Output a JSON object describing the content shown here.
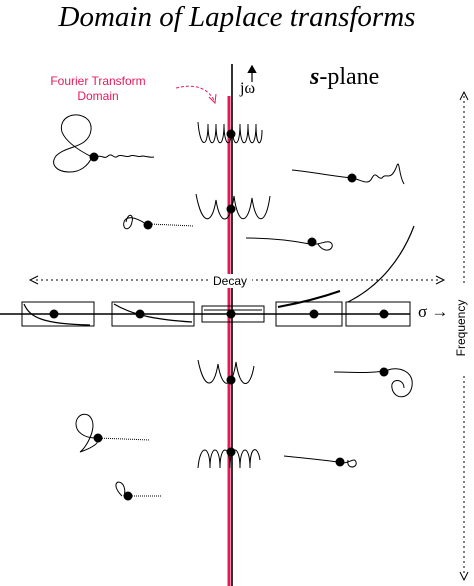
{
  "title": "Domain of Laplace transforms",
  "fourier_label": {
    "line1": "Fourier Transform",
    "line2": "Domain"
  },
  "plane_label": {
    "bold": "s",
    "rest": "-plane"
  },
  "imag_axis_label": "jω",
  "real_axis_label": "σ →",
  "decay_label": "Decay",
  "frequency_label": "Frequency",
  "colors": {
    "fourier_line": "#e8195a",
    "ink": "#000000"
  }
}
